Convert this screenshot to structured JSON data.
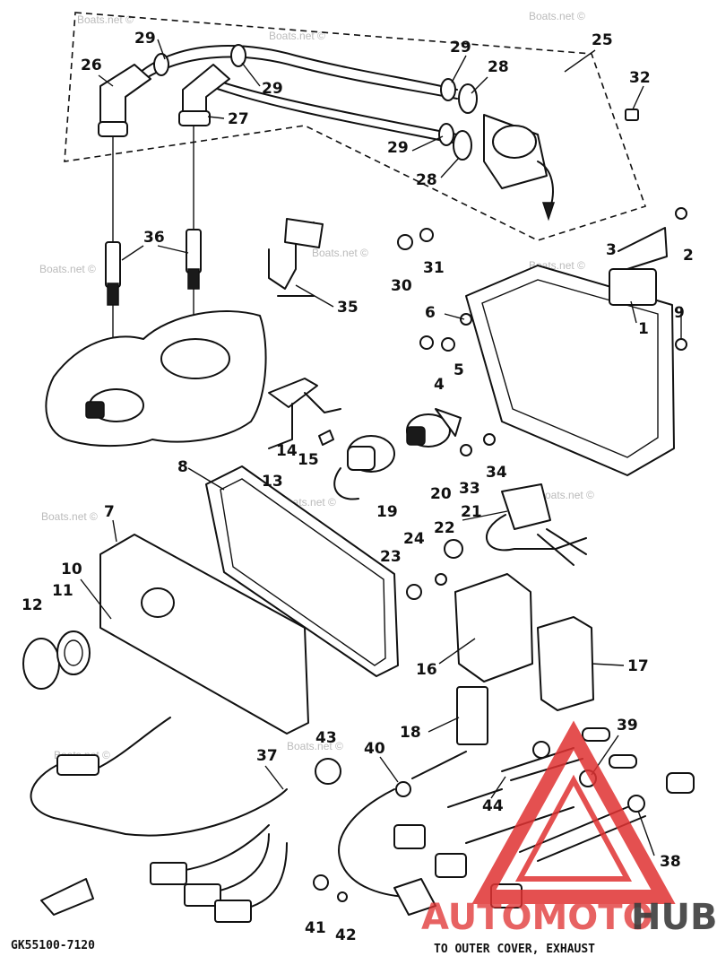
{
  "callouts": [
    {
      "n": "1"
    },
    {
      "n": "2"
    },
    {
      "n": "3"
    },
    {
      "n": "4"
    },
    {
      "n": "5"
    },
    {
      "n": "6"
    },
    {
      "n": "7"
    },
    {
      "n": "8"
    },
    {
      "n": "9"
    },
    {
      "n": "10"
    },
    {
      "n": "11"
    },
    {
      "n": "12"
    },
    {
      "n": "13"
    },
    {
      "n": "14"
    },
    {
      "n": "15"
    },
    {
      "n": "16"
    },
    {
      "n": "17"
    },
    {
      "n": "18"
    },
    {
      "n": "19"
    },
    {
      "n": "20"
    },
    {
      "n": "21"
    },
    {
      "n": "22"
    },
    {
      "n": "23"
    },
    {
      "n": "24"
    },
    {
      "n": "25"
    },
    {
      "n": "26"
    },
    {
      "n": "27"
    },
    {
      "n": "28"
    },
    {
      "n": "28"
    },
    {
      "n": "29"
    },
    {
      "n": "29"
    },
    {
      "n": "29"
    },
    {
      "n": "29"
    },
    {
      "n": "30"
    },
    {
      "n": "31"
    },
    {
      "n": "32"
    },
    {
      "n": "33"
    },
    {
      "n": "34"
    },
    {
      "n": "35"
    },
    {
      "n": "36"
    },
    {
      "n": "37"
    },
    {
      "n": "38"
    },
    {
      "n": "39"
    },
    {
      "n": "40"
    },
    {
      "n": "41"
    },
    {
      "n": "42"
    },
    {
      "n": "43"
    },
    {
      "n": "44"
    }
  ],
  "diagram_code": "GK55100-7120",
  "exhaust_note": "TO OUTER COVER, EXHAUST",
  "watermark": "Boats.net ©",
  "logo": {
    "part1": "AUTOMOTO",
    "part2": "HUB",
    "color_accent": "#e03232",
    "color_dark": "#1a1a1a"
  }
}
